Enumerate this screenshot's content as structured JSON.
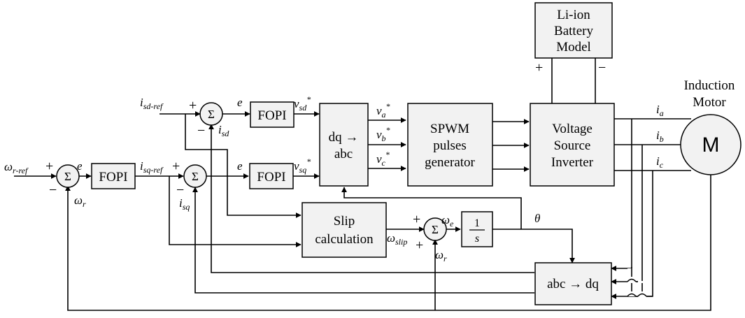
{
  "blocks": {
    "fopi_speed": "FOPI",
    "fopi_d": "FOPI",
    "fopi_q": "FOPI",
    "dq_abc": [
      "dq →",
      "abc"
    ],
    "spwm": [
      "SPWM",
      "pulses",
      "generator"
    ],
    "vsi": [
      "Voltage",
      "Source",
      "Inverter"
    ],
    "battery": [
      "Li-ion",
      "Battery",
      "Model"
    ],
    "slip": [
      "Slip",
      "calculation"
    ],
    "integrator_num": "1",
    "integrator_den": "s",
    "abc_dq": "abc → dq",
    "motor_letter": "M",
    "motor_label": [
      "Induction",
      "Motor"
    ]
  },
  "sum_symbol": "Σ",
  "signs": {
    "plus": "+",
    "minus": "−"
  },
  "signals": {
    "omega": "ω",
    "i": "i",
    "v": "v",
    "e": "e",
    "theta": "θ",
    "star": "*",
    "r_ref": "r-ref",
    "r": "r",
    "sd_ref": "sd-ref",
    "sd": "sd",
    "sq_ref": "sq-ref",
    "sq": "sq",
    "a": "a",
    "b": "b",
    "c": "c",
    "e_sub": "e",
    "slip": "slip"
  }
}
